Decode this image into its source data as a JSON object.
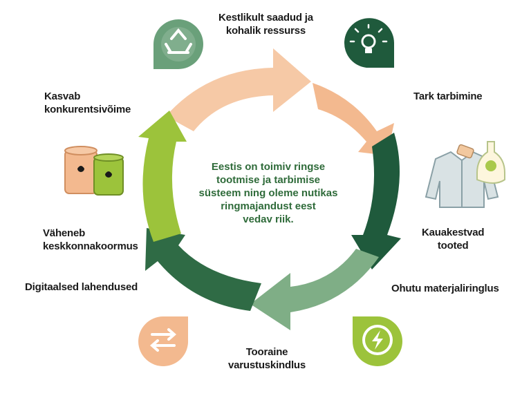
{
  "center_text": [
    "Eestis on toimiv ringse",
    "tootmise ja tarbimise",
    "süsteem ning oleme nutikas",
    "ringmajandust eest",
    "vedav riik."
  ],
  "labels": {
    "top": [
      "Kestlikult saadud ja",
      "kohalik ressurss"
    ],
    "smart": [
      "Tark tarbimine"
    ],
    "durable": [
      "Kauakestvad",
      "tooted"
    ],
    "safe": [
      "Ohutu materjaliringlus"
    ],
    "raw": [
      "Tooraine",
      "varustuskindlus"
    ],
    "digital": [
      "Digitaalsed lahendused"
    ],
    "env": [
      "Väheneb",
      "keskkonnakoormus"
    ],
    "compete": [
      "Kasvab",
      "konkurentsivõime"
    ]
  },
  "icons": {
    "recycle": "recycle-icon",
    "bulb": "lightbulb-icon",
    "clothes": "clothing-icon",
    "bolt": "lightning-icon",
    "transfer": "transfer-arrows-icon",
    "barrels": "oil-barrels-icon"
  },
  "colors": {
    "peach": "#f3b98f",
    "peach_light": "#f6c9a6",
    "dark_green": "#1f5a3c",
    "mid_green": "#2f6b45",
    "sage": "#7fae86",
    "lime": "#9cc33b",
    "lime_light": "#b4d45a",
    "icon_green": "#6aa07a",
    "center_text": "#2f6b3a"
  }
}
